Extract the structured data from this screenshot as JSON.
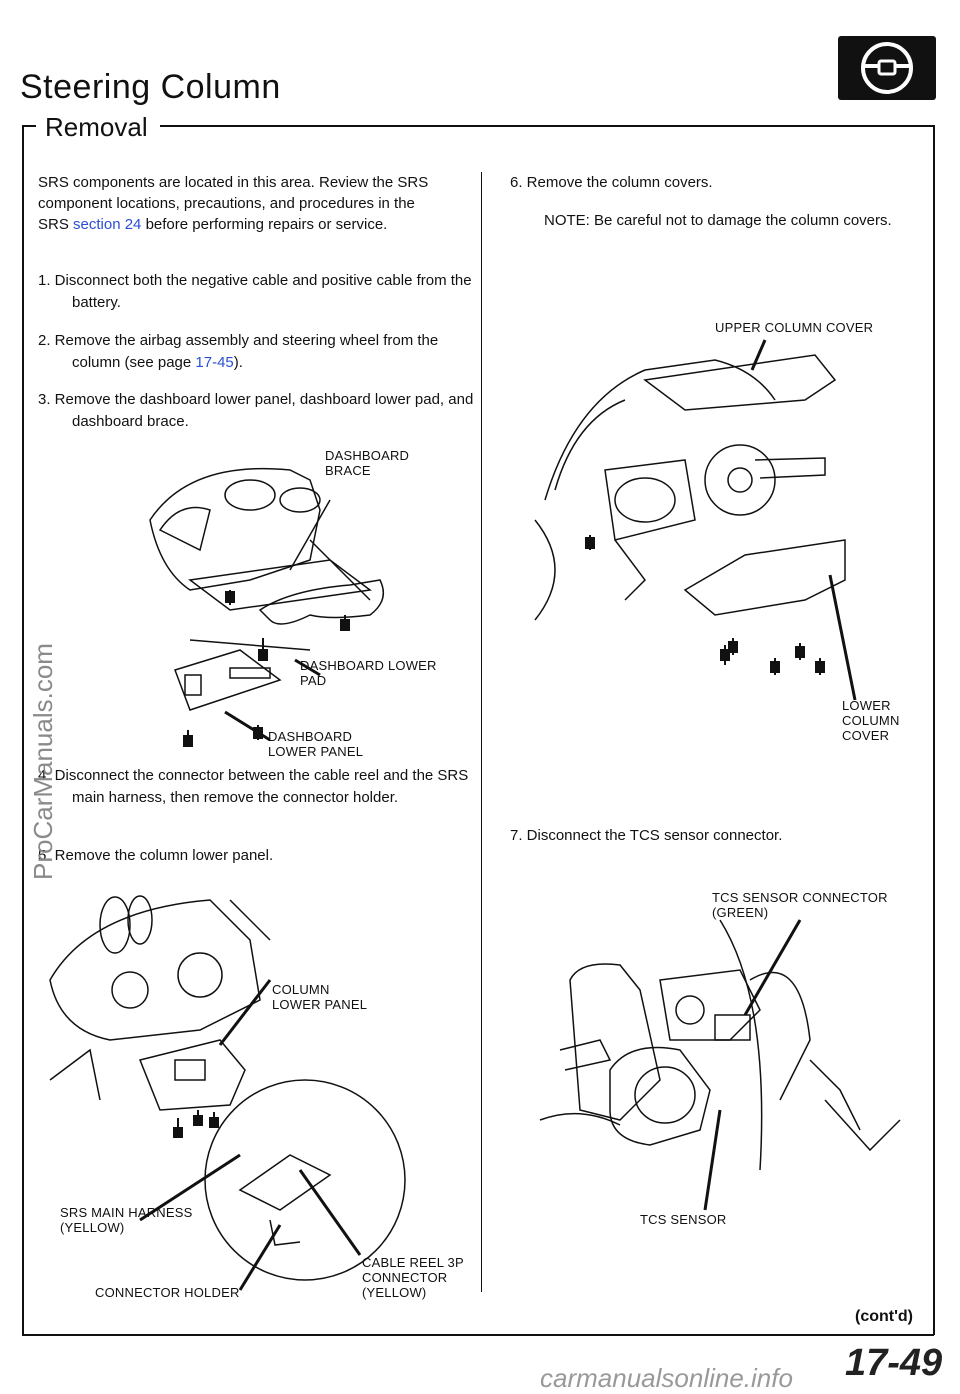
{
  "header": {
    "title": "Steering Column",
    "section": "Removal",
    "logo_icon": "steering-wheel-icon"
  },
  "left": {
    "intro_pre": "SRS components are located in this area. Review the SRS component locations, precautions, and procedures in the SRS ",
    "intro_link": "section 24",
    "intro_post": " before performing repairs or service.",
    "step1": "1.   Disconnect both the negative cable and positive cable from the battery.",
    "step2_pre": "2.   Remove the airbag assembly and steering wheel from the column (see page ",
    "step2_link": "17-45",
    "step2_post": ").",
    "step3": "3.   Remove the dashboard lower panel, dashboard lower pad, and dashboard brace.",
    "label_brace": "DASHBOARD BRACE",
    "label_lower_pad": "DASHBOARD LOWER PAD",
    "label_lower_panel": "DASHBOARD LOWER PANEL",
    "step4": "4.   Disconnect the connector between the cable reel and the SRS main harness, then remove the connector holder.",
    "step5": "5.   Remove the column lower panel.",
    "label_column_lower_panel": "COLUMN LOWER PANEL",
    "label_srs_harness": "SRS MAIN HARNESS (YELLOW)",
    "label_cable_reel": "CABLE REEL 3P CONNECTOR (YELLOW)",
    "label_connector_holder": "CONNECTOR HOLDER"
  },
  "right": {
    "step6": "6.   Remove the column covers.",
    "note6": "NOTE:  Be careful not to damage the column covers.",
    "label_upper_cover": "UPPER COLUMN COVER",
    "label_lower_cover": "LOWER COLUMN COVER",
    "step7": "7.   Disconnect the TCS sensor connector.",
    "label_tcs_connector": "TCS SENSOR CONNECTOR (GREEN)",
    "label_tcs_sensor": "TCS SENSOR",
    "contd": "(cont'd)"
  },
  "footer": {
    "page_number": "17-49",
    "watermark_left": "ProCarManuals.com",
    "watermark_bottom": "carmanualsonline.info"
  },
  "colors": {
    "link": "#2a4fd6",
    "ink": "#111111"
  }
}
